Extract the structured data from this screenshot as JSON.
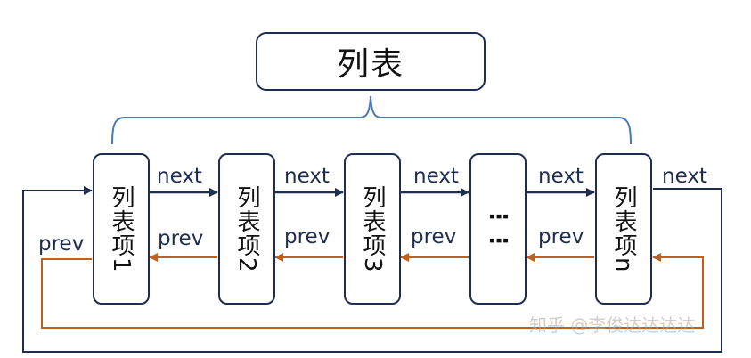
{
  "title": "列表",
  "nodes": [
    "列表项1",
    "列表项2",
    "列表项3",
    "⋮⋮",
    "列表项n"
  ],
  "labels": {
    "next": "next",
    "prev": "prev"
  },
  "watermark": "知乎 @李俊达达达达",
  "colors": {
    "next_arrow": "#1f2d4f",
    "prev_arrow": "#c0601c",
    "brace": "#4a78b8",
    "box_border": "#1f2d4f"
  }
}
